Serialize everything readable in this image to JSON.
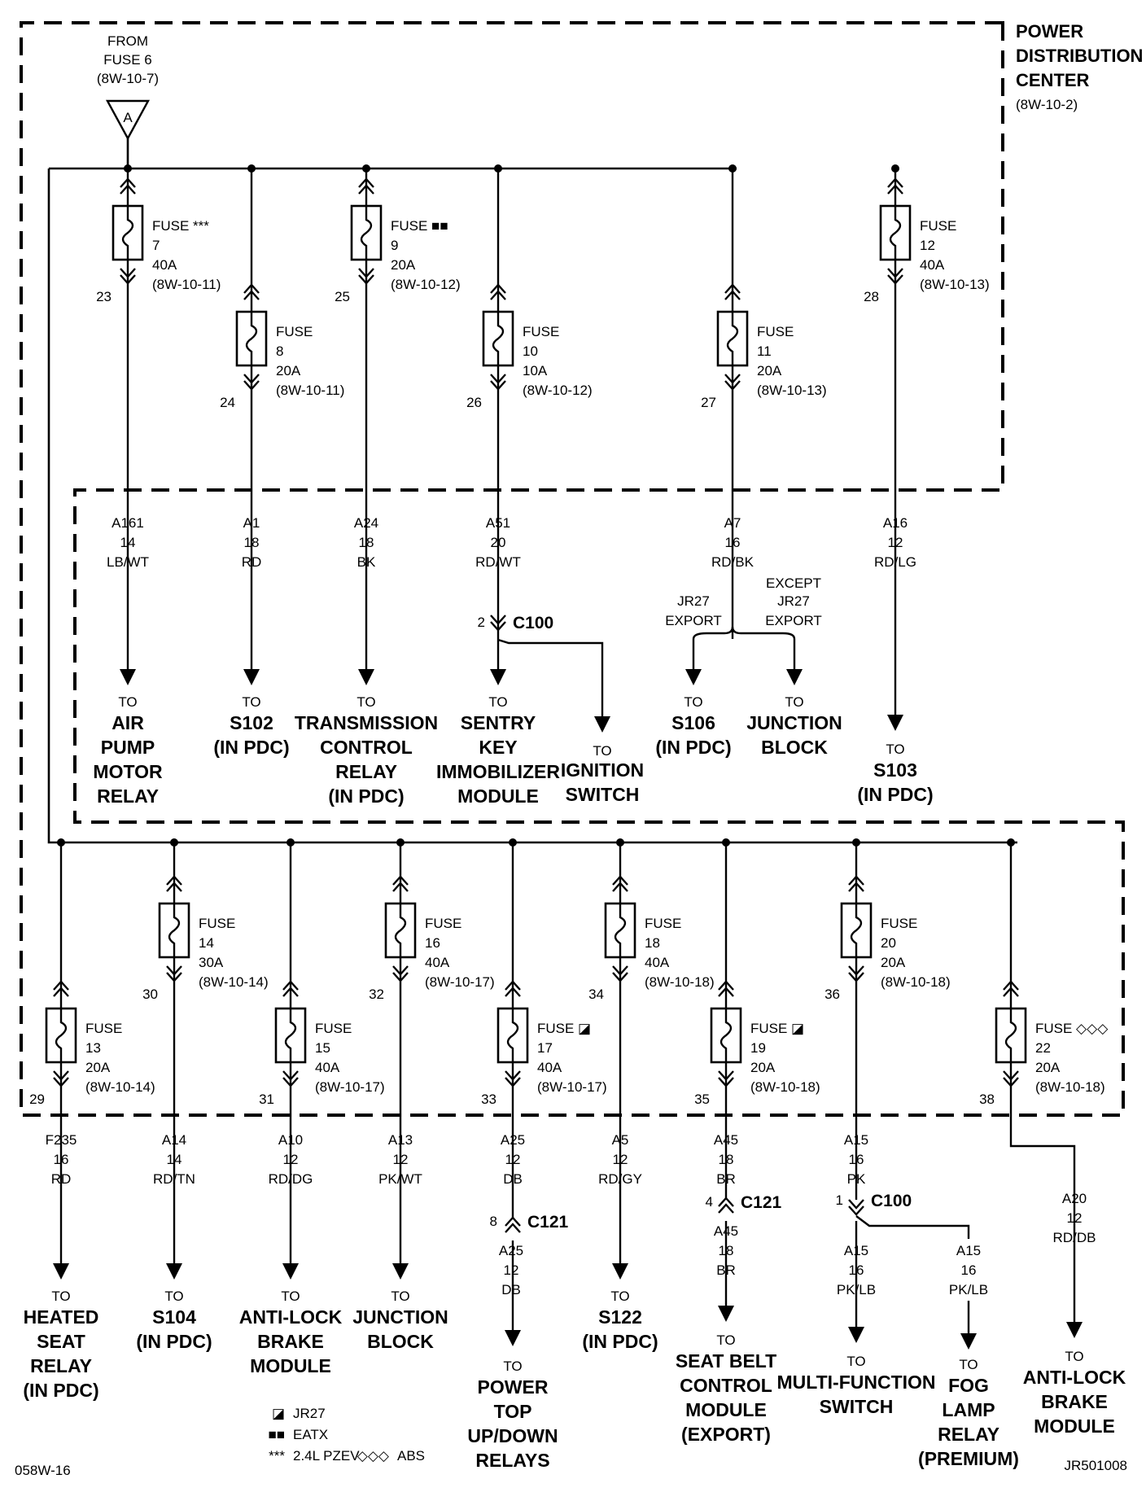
{
  "source": {
    "lines": [
      "FROM",
      "FUSE 6",
      "(8W-10-7)"
    ],
    "symbol": "A"
  },
  "pdc_label": {
    "lines": [
      "POWER",
      "DISTRIBUTION",
      "CENTER"
    ],
    "ref": "(8W-10-2)"
  },
  "top_fuses": [
    {
      "id": "f7",
      "lines": [
        "FUSE ***",
        "7",
        "40A",
        "(8W-10-11)"
      ],
      "pin": "23",
      "wire": [
        "A161",
        "14",
        "LB/WT"
      ],
      "dest": [
        "AIR",
        "PUMP",
        "MOTOR",
        "RELAY"
      ]
    },
    {
      "id": "f8",
      "lines": [
        "FUSE",
        "8",
        "20A",
        "(8W-10-11)"
      ],
      "pin": "24",
      "wire": [
        "A1",
        "18",
        "RD"
      ],
      "dest": [
        "S102",
        "(IN PDC)"
      ]
    },
    {
      "id": "f9",
      "lines": [
        "FUSE ■■",
        "9",
        "20A",
        "(8W-10-12)"
      ],
      "pin": "25",
      "wire": [
        "A24",
        "18",
        "BK"
      ],
      "dest": [
        "TRANSMISSION",
        "CONTROL",
        "RELAY",
        "(IN PDC)"
      ]
    },
    {
      "id": "f10",
      "lines": [
        "FUSE",
        "10",
        "10A",
        "(8W-10-12)"
      ],
      "pin": "26",
      "wire": [
        "A51",
        "20",
        "RD/WT"
      ],
      "dest": [
        "SENTRY",
        "KEY",
        "IMMOBILIZER",
        "MODULE"
      ]
    },
    {
      "id": "f11",
      "lines": [
        "FUSE",
        "11",
        "20A",
        "(8W-10-13)"
      ],
      "pin": "27",
      "wire": [
        "A7",
        "16",
        "RD/BK"
      ],
      "dest": [
        "S106",
        "(IN PDC)"
      ]
    },
    {
      "id": "f12",
      "lines": [
        "FUSE",
        "12",
        "40A",
        "(8W-10-13)"
      ],
      "pin": "28",
      "wire": [
        "A16",
        "12",
        "RD/LG"
      ],
      "dest": [
        "S103",
        "(IN PDC)"
      ]
    }
  ],
  "top_extras": {
    "c100_pin": "2",
    "c100_label": "C100",
    "ignition_dest": [
      "IGNITION",
      "SWITCH"
    ],
    "jr27_export": [
      "JR27",
      "EXPORT"
    ],
    "except_export": [
      "EXCEPT",
      "JR27",
      "EXPORT"
    ],
    "junction_dest": [
      "JUNCTION",
      "BLOCK"
    ]
  },
  "bottom_fuses": [
    {
      "id": "f13",
      "lines": [
        "FUSE",
        "13",
        "20A",
        "(8W-10-14)"
      ],
      "pin": "29",
      "wire": [
        "F235",
        "16",
        "RD"
      ],
      "dest": [
        "HEATED",
        "SEAT",
        "RELAY",
        "(IN PDC)"
      ]
    },
    {
      "id": "f14",
      "lines": [
        "FUSE",
        "14",
        "30A",
        "(8W-10-14)"
      ],
      "pin": "30",
      "wire": [
        "A14",
        "14",
        "RD/TN"
      ],
      "dest": [
        "S104",
        "(IN PDC)"
      ]
    },
    {
      "id": "f15",
      "lines": [
        "FUSE",
        "15",
        "40A",
        "(8W-10-17)"
      ],
      "pin": "31",
      "wire": [
        "A10",
        "12",
        "RD/DG"
      ],
      "dest": [
        "ANTI-LOCK",
        "BRAKE",
        "MODULE"
      ]
    },
    {
      "id": "f16",
      "lines": [
        "FUSE",
        "16",
        "40A",
        "(8W-10-17)"
      ],
      "pin": "32",
      "wire": [
        "A13",
        "12",
        "PK/WT"
      ],
      "dest": [
        "JUNCTION",
        "BLOCK"
      ]
    },
    {
      "id": "f17",
      "lines": [
        "FUSE ◪",
        "17",
        "40A",
        "(8W-10-17)"
      ],
      "pin": "33",
      "wire": [
        "A25",
        "12",
        "DB"
      ],
      "dest": [
        "POWER",
        "TOP",
        "UP/DOWN",
        "RELAYS"
      ]
    },
    {
      "id": "f18",
      "lines": [
        "FUSE",
        "18",
        "40A",
        "(8W-10-18)"
      ],
      "pin": "34",
      "wire": [
        "A5",
        "12",
        "RD/GY"
      ],
      "dest": [
        "S122",
        "(IN PDC)"
      ]
    },
    {
      "id": "f19",
      "lines": [
        "FUSE ◪",
        "19",
        "20A",
        "(8W-10-18)"
      ],
      "pin": "35",
      "wire": [
        "A45",
        "18",
        "BR"
      ],
      "dest": [
        "SEAT BELT",
        "CONTROL",
        "MODULE",
        "(EXPORT)"
      ]
    },
    {
      "id": "f20",
      "lines": [
        "FUSE",
        "20",
        "20A",
        "(8W-10-18)"
      ],
      "pin": "36",
      "wire": [
        "A15",
        "16",
        "PK"
      ],
      "dest": [
        "MULTI-FUNCTION",
        "SWITCH"
      ]
    },
    {
      "id": "f22",
      "lines": [
        "FUSE ◇◇◇",
        "22",
        "20A",
        "(8W-10-18)"
      ],
      "pin": "38",
      "wire": [
        "A20",
        "12",
        "RD/DB"
      ],
      "dest": [
        "ANTI-LOCK",
        "BRAKE",
        "MODULE"
      ]
    }
  ],
  "bottom_extras": {
    "c121a_pin": "8",
    "c121a_label": "C121",
    "a25_after": [
      "A25",
      "12",
      "DB"
    ],
    "c121b_pin": "4",
    "c121b_label": "C121",
    "a45_after": [
      "A45",
      "18",
      "BR"
    ],
    "c100_pin": "1",
    "c100_label": "C100",
    "a15_left": [
      "A15",
      "16",
      "PK/LB"
    ],
    "a15_right": [
      "A15",
      "16",
      "PK/LB"
    ],
    "fog_dest": [
      "FOG",
      "LAMP",
      "RELAY",
      "(PREMIUM)"
    ]
  },
  "to_label": "TO",
  "legend": [
    {
      "symbol": "◪",
      "text": "JR27"
    },
    {
      "symbol": "■■",
      "text": "EATX"
    },
    {
      "symbol": "***",
      "text": "2.4L PZEV"
    },
    {
      "symbol": "◇◇◇",
      "text": "ABS"
    }
  ],
  "footer": {
    "left": "058W-16",
    "right": "JR501008"
  }
}
